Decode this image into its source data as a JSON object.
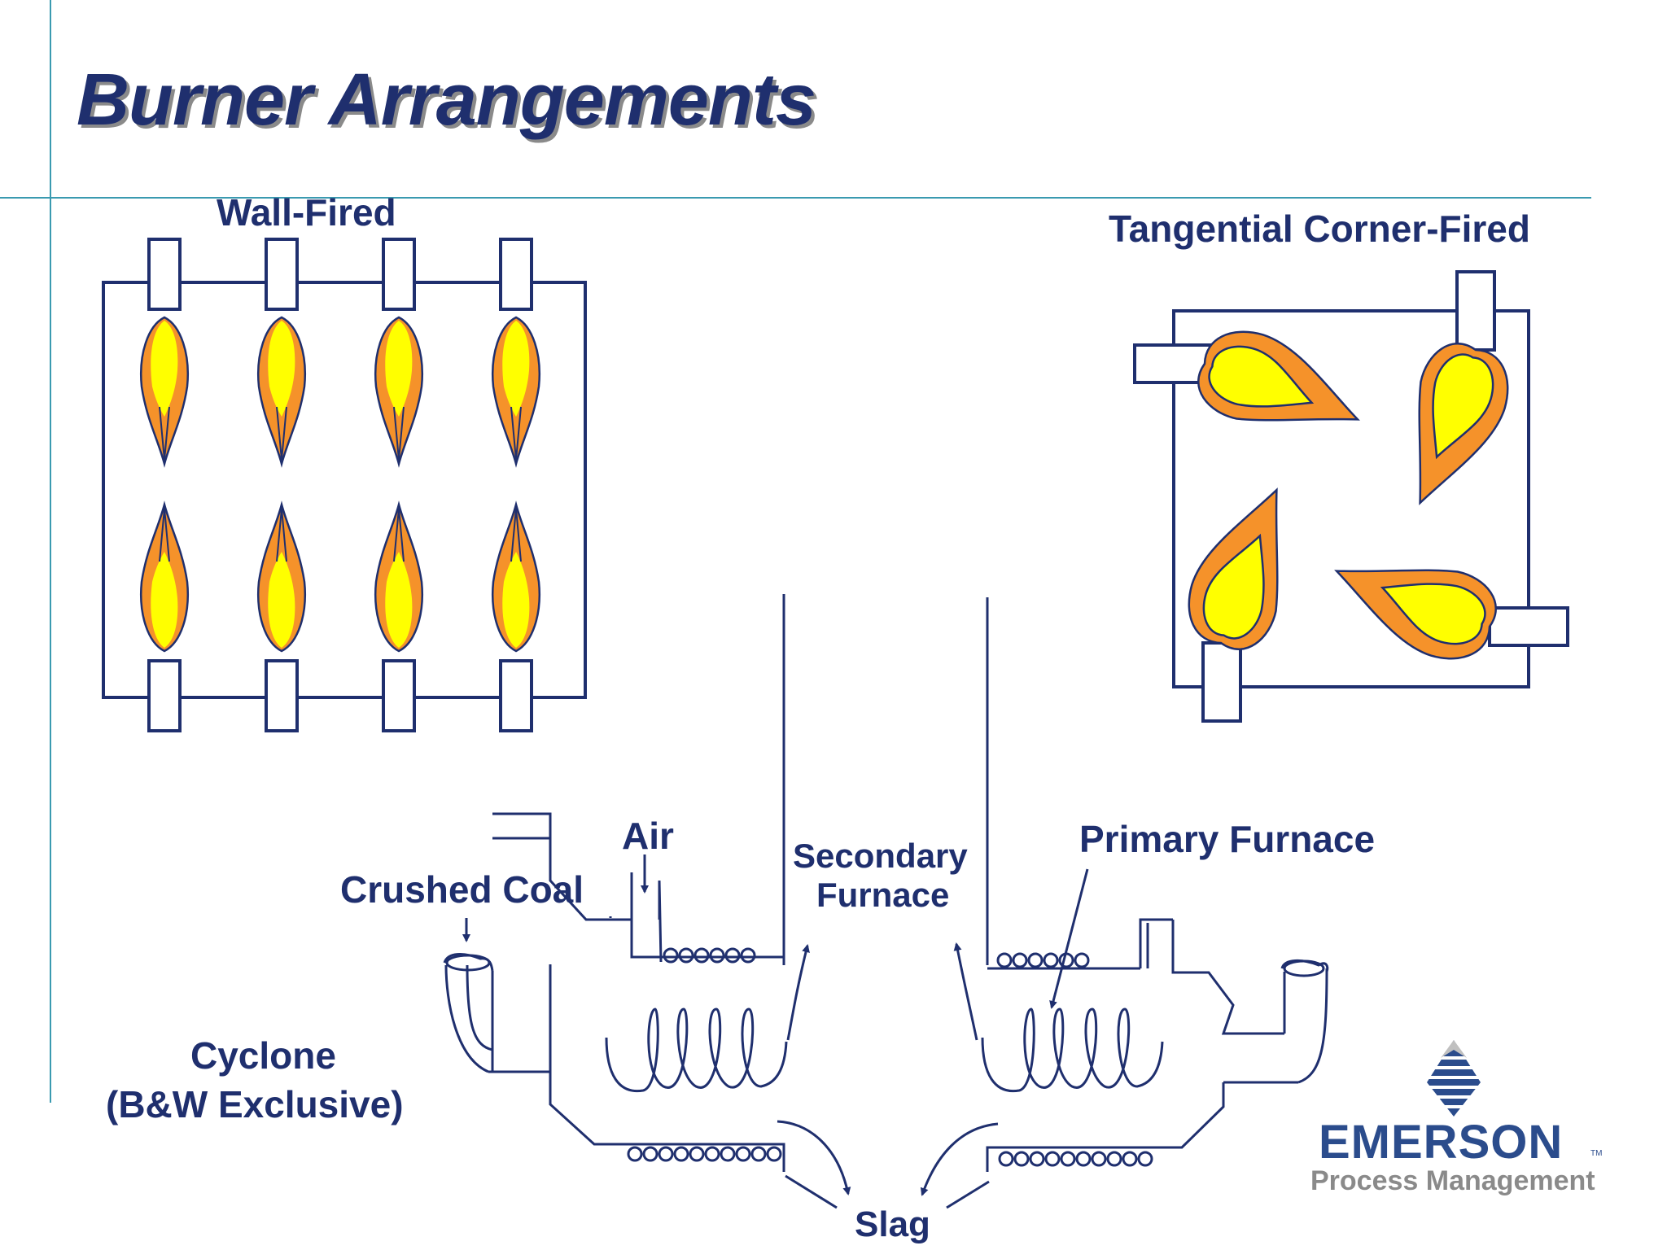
{
  "title": "Burner Arrangements",
  "labels": {
    "wall_fired": "Wall-Fired",
    "tangential": "Tangential Corner-Fired",
    "air": "Air",
    "crushed_coal": "Crushed Coal",
    "secondary_furnace_1": "Secondary",
    "secondary_furnace_2": "Furnace",
    "primary_furnace": "Primary Furnace",
    "cyclone_1": "Cyclone",
    "cyclone_2": "(B&W Exclusive)",
    "slag": "Slag"
  },
  "logo": {
    "name": "EMERSON",
    "tagline": "Process Management",
    "trademark": "TM"
  },
  "colors": {
    "text": "#1f2f6e",
    "line": "#1f2f6e",
    "guide_line": "#3a9ab0",
    "flame_outer": "#f5922a",
    "flame_inner": "#ffff00",
    "logo_blue": "#2b4c8c",
    "logo_gray": "#8a8a8a"
  }
}
